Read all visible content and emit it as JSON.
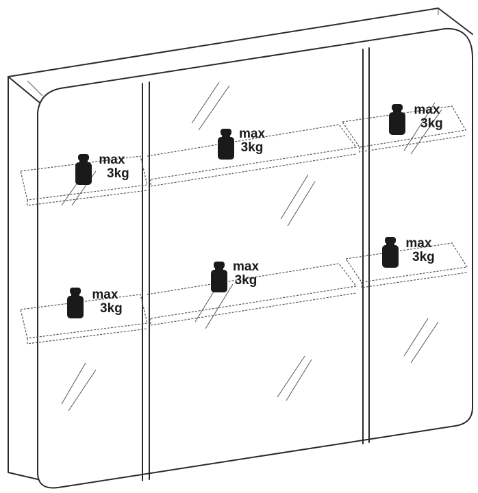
{
  "title": "Mirror cabinet shelf load diagram",
  "colors": {
    "line": "#2a2a2a",
    "weight": "#1a1a1a",
    "background": "#ffffff"
  },
  "shelves": [
    {
      "id": "left-top",
      "max_label": "max",
      "load_label": "3kg"
    },
    {
      "id": "center-top",
      "max_label": "max",
      "load_label": "3kg"
    },
    {
      "id": "right-top",
      "max_label": "max",
      "load_label": "3kg"
    },
    {
      "id": "left-bottom",
      "max_label": "max",
      "load_label": "3kg"
    },
    {
      "id": "center-bottom",
      "max_label": "max",
      "load_label": "3kg"
    },
    {
      "id": "right-bottom",
      "max_label": "max",
      "load_label": "3kg"
    }
  ]
}
